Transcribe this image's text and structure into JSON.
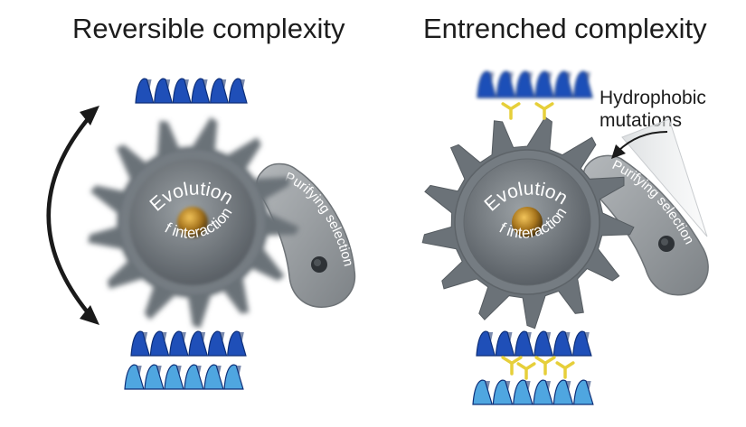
{
  "panels": {
    "left": {
      "title": "Reversible complexity",
      "gear_text_top": "Evolution",
      "gear_text_bottom": "of interactions",
      "pawl_text": "Purifying selection"
    },
    "right": {
      "title": "Entrenched complexity",
      "gear_text_top": "Evolution",
      "gear_text_bottom": "of interactions",
      "pawl_text": "Purifying selection",
      "annotation": [
        "Hydrophobic",
        "mutations"
      ]
    }
  },
  "colors": {
    "helix_dark": "#1f4fb8",
    "helix_light": "#4fa6e0",
    "gear": "#6b7278",
    "pawl": "#8d9296",
    "residue": "#e6cf3a",
    "hub": "#a8761e"
  },
  "icons": [
    "double-arrow-icon",
    "gear-icon",
    "pawl-icon",
    "helix-icon"
  ]
}
